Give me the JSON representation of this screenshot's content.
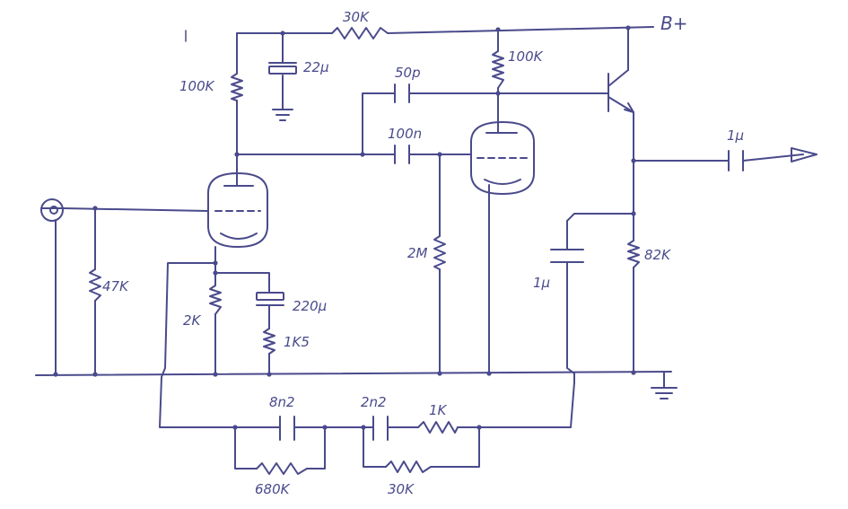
{
  "ink_color": "#4a4a8c",
  "labels": {
    "r_top_series": "30K",
    "supply": "B+",
    "r_plate1": "100K",
    "c_decouple": "22μ",
    "c_feedback": "50p",
    "r_plate2": "100K",
    "c_couple": "100n",
    "r_grid": "2M",
    "c_output": "1μ",
    "r_input": "47K",
    "r_emitter": "82K",
    "c_emitter": "1μ",
    "r_cathode": "2K",
    "c_cathode": "220μ",
    "r_cathode_series": "1K5",
    "c_eq1": "8n2",
    "r_eq1": "680K",
    "c_eq2": "2n2",
    "r_eq2": "1K",
    "r_eq3": "30K"
  },
  "icons": [
    "input-jack-icon",
    "ground-icon",
    "output-arrow-icon",
    "triode-icon",
    "transistor-icon"
  ]
}
